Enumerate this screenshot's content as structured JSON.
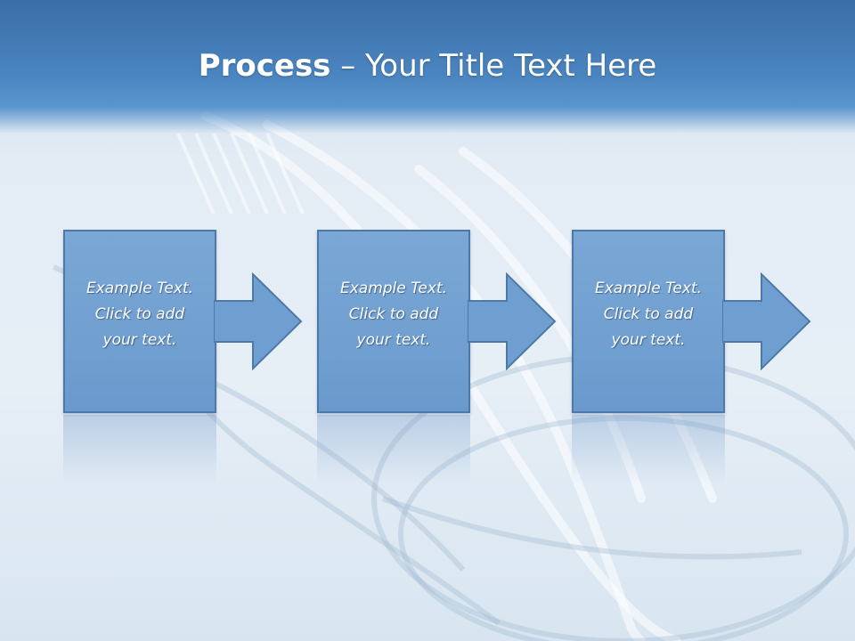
{
  "slide": {
    "title_strong": "Process",
    "title_rest": " – Your Title Text Here"
  },
  "steps": [
    {
      "text": "Example Text.\nClick  to add\nyour text."
    },
    {
      "text": "Example Text.\nClick  to add\nyour text."
    },
    {
      "text": "Example Text.\nClick  to add\nyour text."
    }
  ],
  "colors": {
    "header": "#4a84c0",
    "box_fill": "#6f9fd0",
    "box_border": "#4e79a6"
  },
  "background_image": "toothbrushes-in-glass"
}
